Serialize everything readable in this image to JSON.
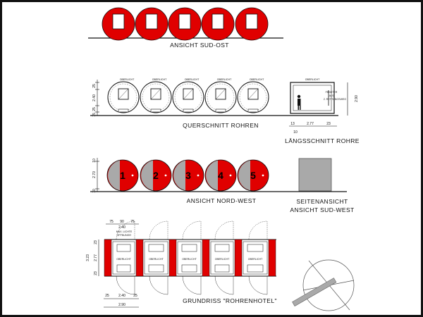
{
  "titles": {
    "sudost": "ANSICHT SUD-OST",
    "querschnitt": "QUERSCHNITT ROHREN",
    "laengsschnitt": "LÄNGSSCHNITT ROHRE",
    "nordwest": "ANSICHT NORD-WEST",
    "seitenansicht_1": "SEITENANSICHT",
    "seitenansicht_2": "ANSICHT SUD-WEST",
    "grundriss": "GRUNDRISS \"ROHRENHOTEL\""
  },
  "oberlicht": "OBERLICHT",
  "fenster_note": [
    "FENSTER",
    "ALS",
    "2. RETTUNGSWEG"
  ],
  "tube_numbers": [
    "1",
    "2",
    "3",
    "4",
    "5"
  ],
  "dims": {
    "q_top": "25",
    "q_mid": "2.40",
    "q_bot": "25",
    "q_base": "15",
    "l_right": "2.90",
    "l_left": "13",
    "l_mid": "2.77",
    "l_right_b": "23",
    "l_under": "10",
    "n_top": "10",
    "n_mid": "2.70",
    "n_bot": "10",
    "g_top_1": "75",
    "g_top_2": "90",
    "g_top_3": "75",
    "g_top_4": "2.40",
    "g_note_1": "MAX. LICHTE",
    "g_note_2": "ÖFFNUNG!!!",
    "g_left_total": "3.23",
    "g_left_a": "23",
    "g_left_b": "2.77",
    "g_left_c": "23",
    "g_bot_1": "25",
    "g_bot_2": "2.40",
    "g_bot_3": "25",
    "g_bot_total": "2.90"
  },
  "colors": {
    "red": "#e00000",
    "grey": "#a9a9a9",
    "dark": "#111111"
  }
}
